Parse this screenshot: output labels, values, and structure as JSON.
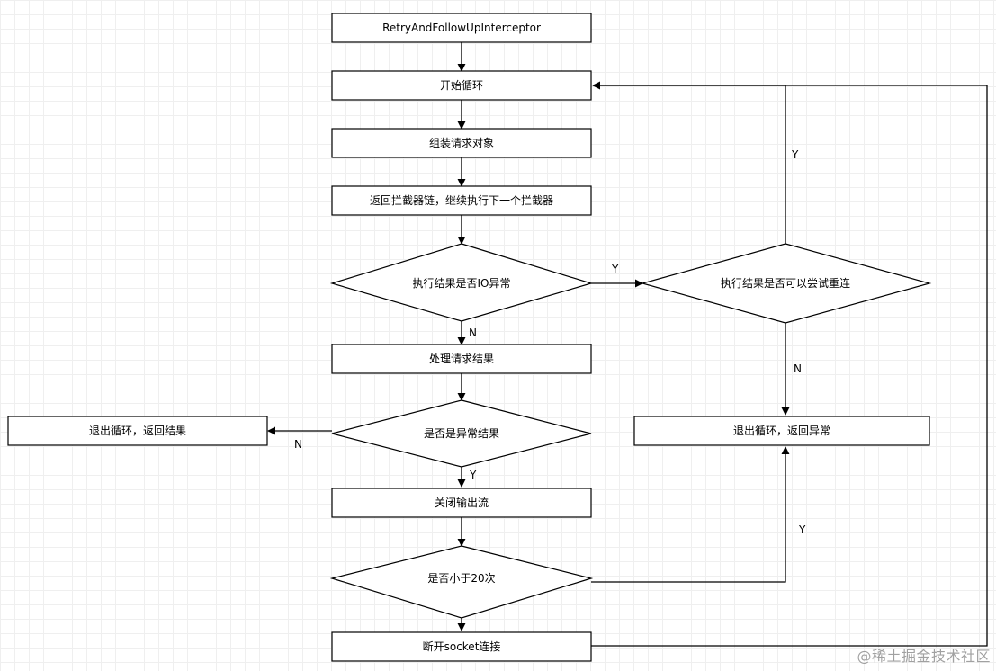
{
  "nodes": {
    "interceptor": "RetryAndFollowUpInterceptor",
    "start_loop": "开始循环",
    "build_request": "组装请求对象",
    "chain": "返回拦截器链，继续执行下一个拦截器",
    "is_io_error": "执行结果是否IO异常",
    "can_retry": "执行结果是否可以尝试重连",
    "handle_result": "处理请求结果",
    "is_error_result": "是否是异常结果",
    "exit_result": "退出循环，返回结果",
    "exit_error": "退出循环，返回异常",
    "close_stream": "关闭输出流",
    "less_than_20": "是否小于20次",
    "disconnect": "断开socket连接"
  },
  "labels": {
    "io_yes": "Y",
    "io_no": "N",
    "retry_yes": "Y",
    "retry_no": "N",
    "result_no": "N",
    "result_yes": "Y",
    "count_yes": "Y"
  },
  "watermark": "@稀土掘金技术社区"
}
